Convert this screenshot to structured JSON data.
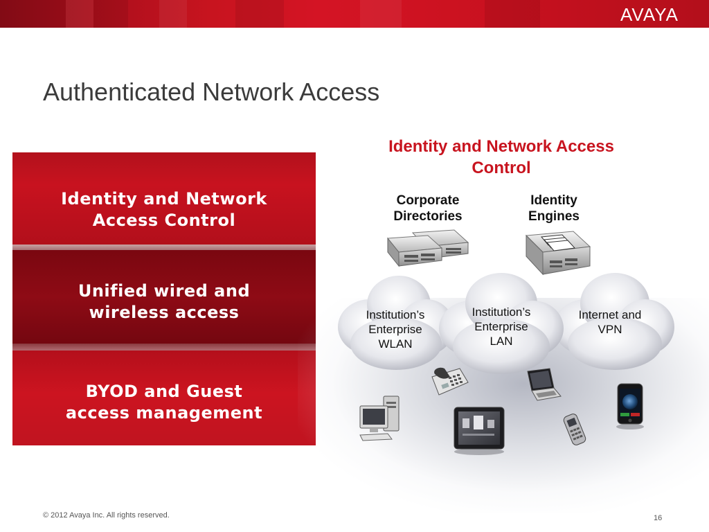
{
  "header": {
    "logo_text": "AVAYA",
    "brand_color": "#c8141f"
  },
  "slide": {
    "title": "Authenticated Network Access"
  },
  "left_panels": [
    {
      "label": "Identity and Network\nAccess Control"
    },
    {
      "label": "Unified wired and\nwireless access"
    },
    {
      "label": "BYOD and Guest\naccess management"
    }
  ],
  "diagram": {
    "heading": "Identity and Network Access\nControl",
    "servers": [
      {
        "label": "Corporate\nDirectories",
        "icon": "server-appliance-icon"
      },
      {
        "label": "Identity\nEngines",
        "icon": "identity-engine-appliance-icon"
      }
    ],
    "clouds": [
      {
        "label": "Institution’s\nEnterprise\nWLAN"
      },
      {
        "label": "Institution’s\nEnterprise\nLAN"
      },
      {
        "label": "Internet and\nVPN"
      }
    ],
    "devices": [
      "desktop-computer-icon",
      "desk-phone-icon",
      "tablet-icon",
      "laptop-icon",
      "mobile-phone-icon",
      "smartphone-icon"
    ]
  },
  "footer": {
    "copyright": "© 2012 Avaya Inc. All rights reserved.",
    "page_number": "16"
  }
}
